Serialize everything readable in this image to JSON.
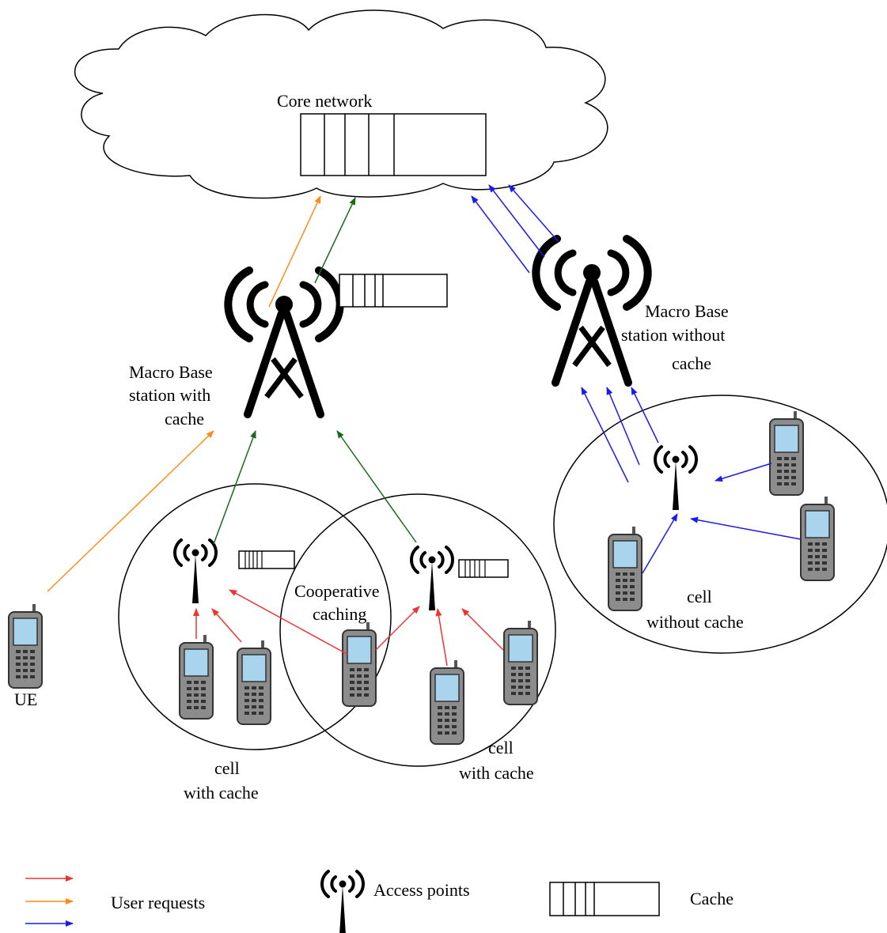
{
  "labels": {
    "core_network": "Core network",
    "mbs_with_cache": [
      "Macro Base",
      "station with",
      "cache"
    ],
    "mbs_without_cache": [
      "Macro Base",
      "station without",
      "cache"
    ],
    "cooperative": [
      "Cooperative",
      "caching"
    ],
    "cell_with_cache_left": [
      "cell",
      "with cache"
    ],
    "cell_with_cache_right": [
      "cell",
      "with cache"
    ],
    "cell_without_cache": [
      "cell",
      "without cache"
    ],
    "ue": "UE"
  },
  "legend": {
    "user_requests": "User requests",
    "access_points": "Access points",
    "cache": "Cache"
  },
  "colors": {
    "red": "#ee3333",
    "orange": "#ff8c1a",
    "blue": "#1a1aee",
    "green": "#1a6a1a",
    "phone_body": "#8c8c8c",
    "phone_screen": "#a8d4ee"
  }
}
